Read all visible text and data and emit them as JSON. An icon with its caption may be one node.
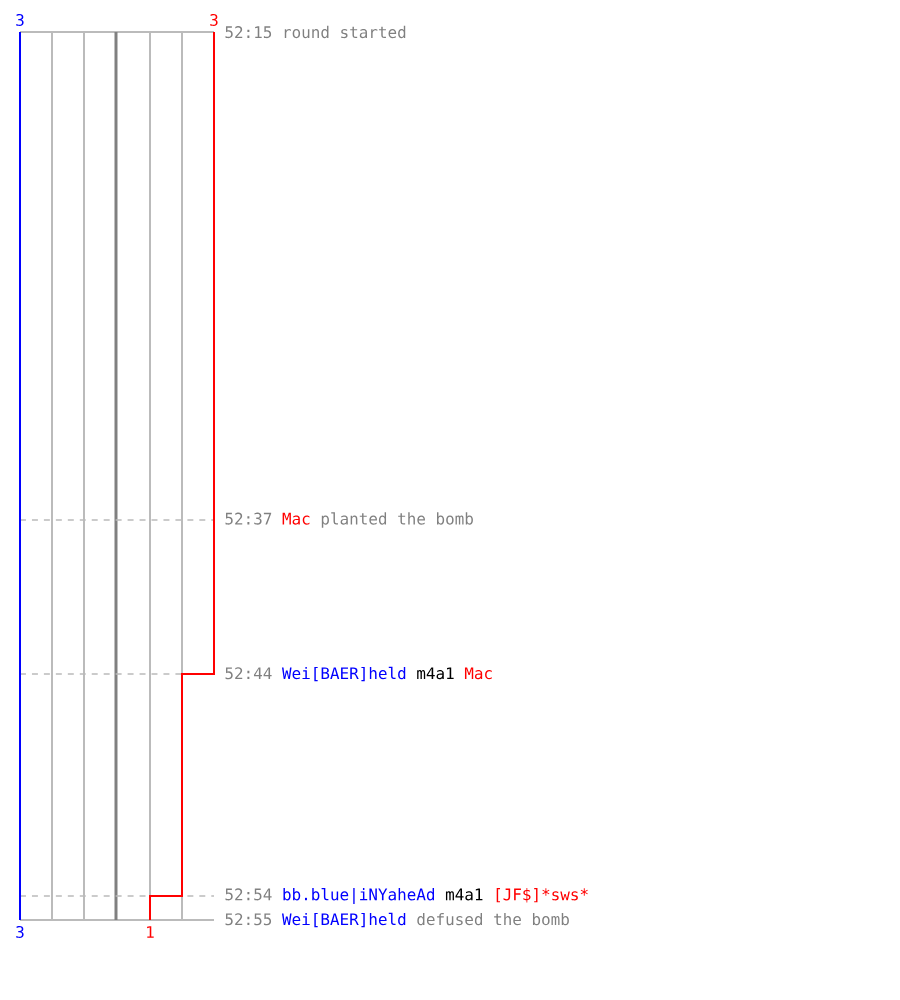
{
  "diagram": {
    "nodes": [
      {
        "text": [
          "52:15",
          "round started"
        ]
      },
      {
        "text": [
          "52:37",
          "Mac",
          "planted the bomb"
        ]
      },
      {
        "text": [
          "52:44",
          "Wei[BAER]held",
          "m4a1",
          "Mac"
        ]
      },
      {
        "text": [
          "52:54",
          "bb.blue|iNYaheAd",
          "m4a1",
          "[JF$]*",
          "sws*"
        ]
      },
      {
        "text": [
          "52:55",
          "Wei[BAER]held",
          "defused the bomb"
        ]
      }
    ],
    "labels": [
      "3",
      "3",
      "3",
      "1"
    ]
  }
}
